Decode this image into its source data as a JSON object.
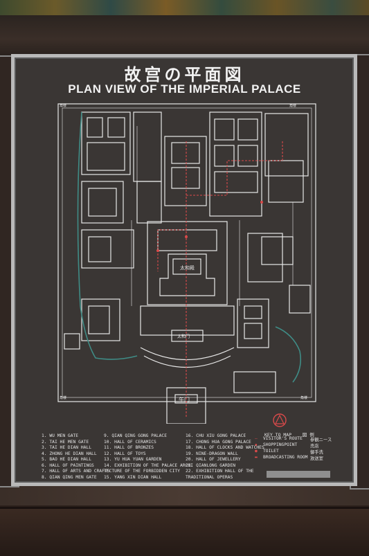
{
  "sign": {
    "title_cjk": "故宫の平面図",
    "title_en": "PLAN VIEW OF THE IMPERIAL PALACE"
  },
  "map_labels": {
    "wumen": "午门",
    "taihedian": "太和殿",
    "taihemen": "太和门",
    "corner_tower": "角楼"
  },
  "legend": {
    "col1": [
      "1. WU MEN GATE",
      "2. TAI HE MEN GATE",
      "3. TAI HE DIAN HALL",
      "4. ZHONG HE DIAN HALL",
      "5. BAO HE DIAN HALL",
      "6. HALL OF PAINTINGS",
      "7. HALL OF ARTS AND CRAFTS",
      "8. QIAN QING MEN GATE"
    ],
    "col2": [
      "9. QIAN QING GONG PALACE",
      "10. HALL OF CERAMICS",
      "11. HALL OF BRONZES",
      "12. HALL OF TOYS",
      "13. YU HUA YUAN GARDEN",
      "14. EXHIBITION OF THE PALACE ARCHI",
      "    TECTURE OF THE FORBIDDEN CITY",
      "15. YANG XIN DIAN HALL"
    ],
    "col3": [
      "16. CHU XIU GONG PALACE",
      "17. CHONG HUA GONG PALACE",
      "18. HALL OF CLOCKS AND WATCHES",
      "19. NINE-DRAGON WALL",
      "20. HALL OF JEWELLERY",
      "21. QIANLONG GARDEN",
      "22. EXHIBITION HALL OF THE",
      "    TRADITIONAL OPERAS"
    ]
  },
  "key": {
    "title": "KEY TO MAP",
    "title_cjk": "図 例",
    "rows": [
      {
        "label": "VISITOR'S ROUTE",
        "cjk": "参観ニース"
      },
      {
        "label": "SHOPPINGPOINT",
        "cjk": "売店"
      },
      {
        "label": "TOILET",
        "cjk": "御手洗"
      },
      {
        "label": "BROADCASTING ROOM",
        "cjk": "放送室"
      }
    ]
  },
  "colors": {
    "board": "#3a3634",
    "lines": "#e8e8e8",
    "route": "#d94a4a",
    "water": "#3f8c86"
  }
}
